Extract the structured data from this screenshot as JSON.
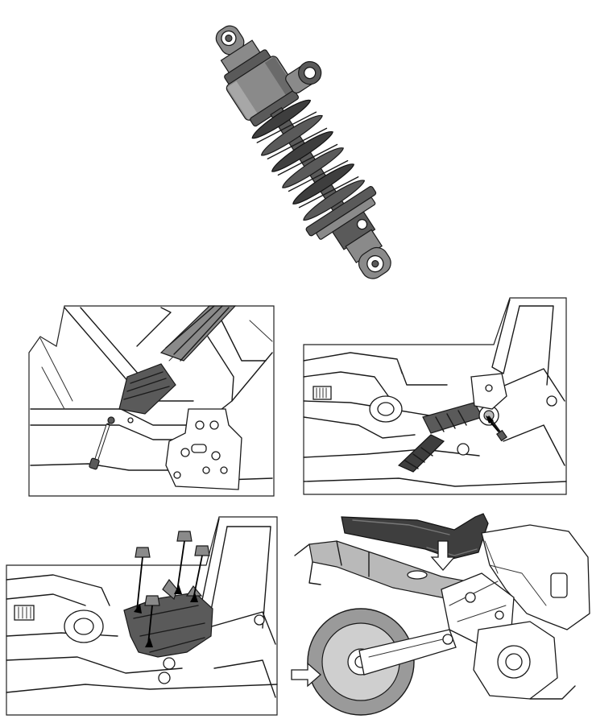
{
  "figures": [
    {
      "id": "shock-absorber"
    },
    {
      "id": "rear-frame-lower-mount"
    },
    {
      "id": "rear-frame-upper-mount"
    },
    {
      "id": "battery-tray-bolts"
    },
    {
      "id": "motorcycle-seat-removal"
    }
  ],
  "colors": {
    "line": "#1a1a1a",
    "shade_dark": "#3e3e3e",
    "shade_mid": "#8a8a8a",
    "shade_light": "#b9b9b9",
    "background": "#ffffff"
  }
}
